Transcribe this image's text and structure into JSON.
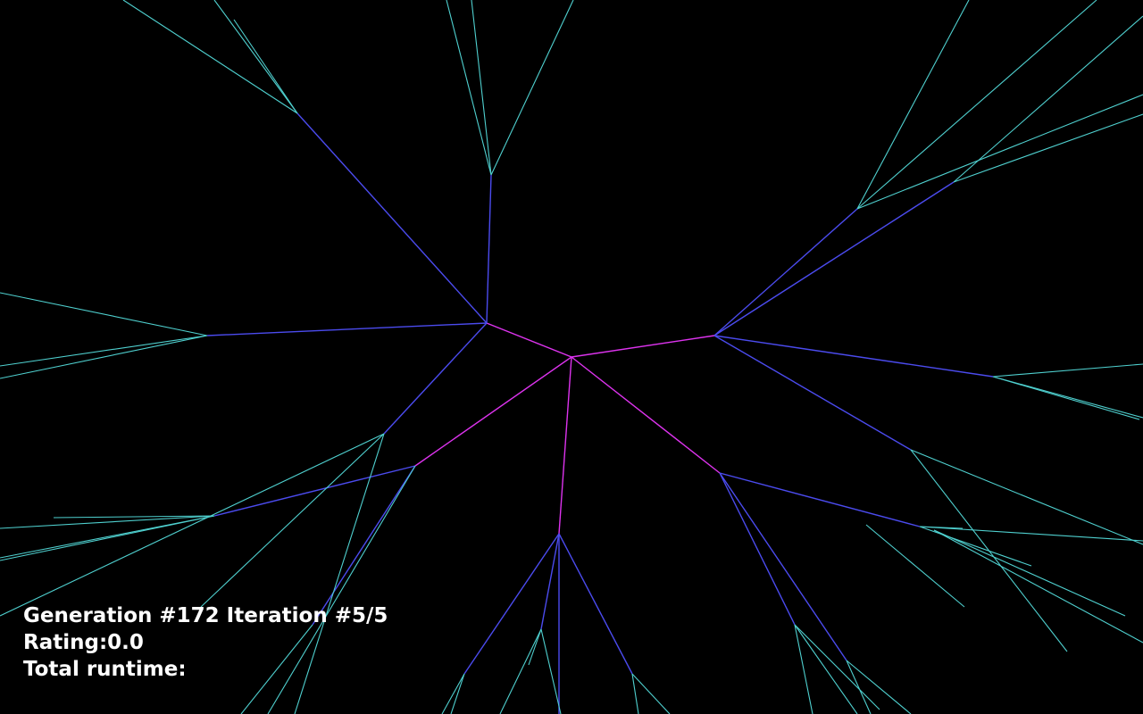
{
  "hud": {
    "generation_line": "Generation #172 Iteration #5/5",
    "rating_line": "Rating:0.0",
    "runtime_line": "Total runtime:"
  },
  "colors": {
    "background": "#000000",
    "depth_1": "#dd33ee",
    "depth_2": "#4b4bee",
    "depth_3": "#4fd0cf",
    "hud_text": "#ffffff"
  }
}
